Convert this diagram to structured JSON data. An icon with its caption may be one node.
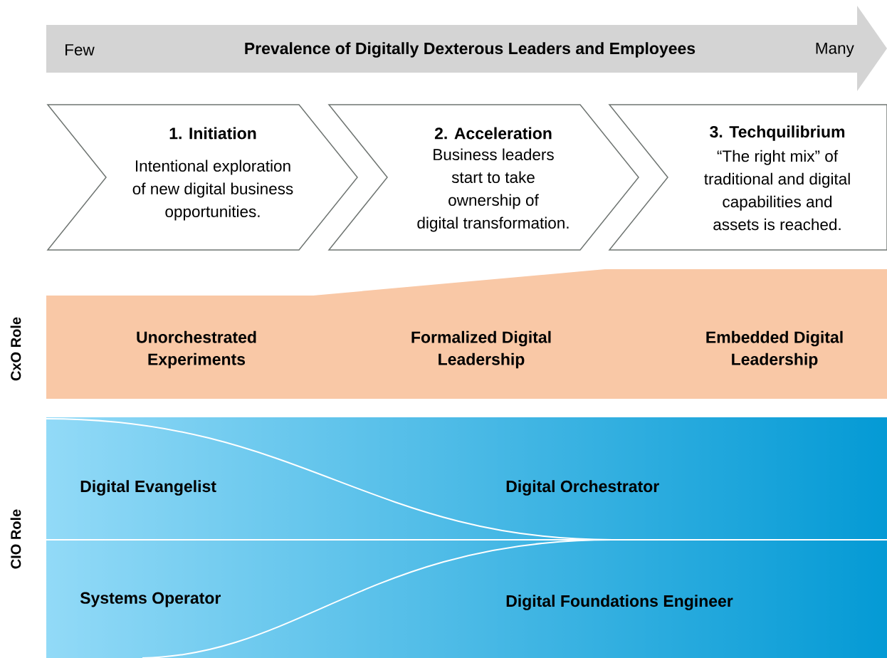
{
  "diagram": {
    "nodes": [
      {
        "text": [
          "Few",
          "Prevalence of Digitally Dexterous Leaders and Employees",
          "Many"
        ]
      },
      {
        "text": [
          "1. Initiation",
          "Intentional exploration of new digital business opportunities."
        ]
      },
      {
        "text": [
          "2. Acceleration",
          "Business leaders start to take ownership of digital transformation."
        ]
      },
      {
        "text": [
          "3. Techquilibrium",
          "“The right mix” of traditional and digital capabilities and assets is reached."
        ]
      },
      {
        "text": [
          "Unorchestrated Experiments",
          "Formalized Digital Leadership",
          "Embedded Digital Leadership"
        ],
        "beside": [
          "CxO Role"
        ]
      },
      {
        "text": [
          "Digital Evangelist",
          "Digital Orchestrator",
          "Systems Operator",
          "Digital Foundations Engineer"
        ],
        "beside": [
          "CIO Role"
        ]
      }
    ]
  }
}
